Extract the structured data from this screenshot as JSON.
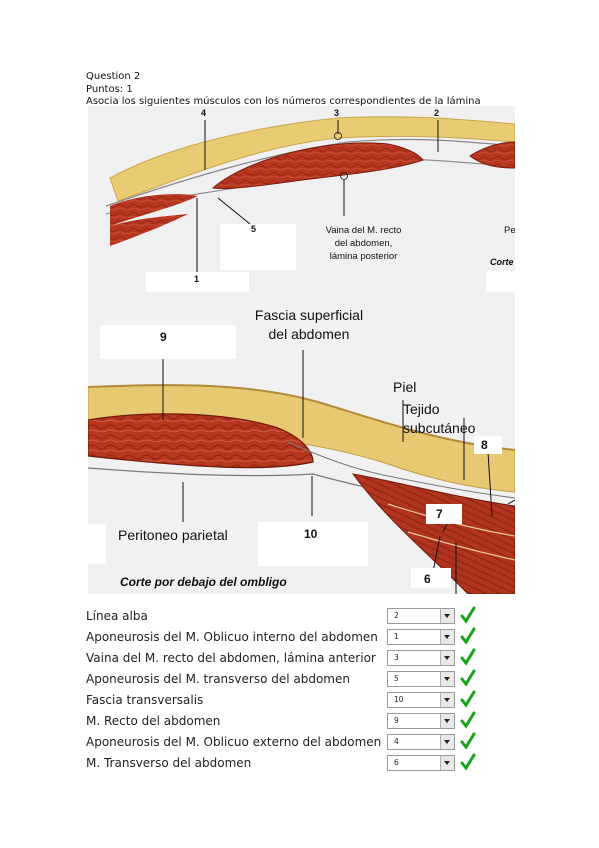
{
  "question": {
    "title": "Question 2",
    "points": "Puntos:  1",
    "instruction": "Asocia los siguientes músculos con los números correspondientes de la lámina"
  },
  "figure": {
    "top_panel": {
      "numbers": [
        "4",
        "3",
        "2",
        "5",
        "1"
      ],
      "label_vaina": [
        "Vaina del M. recto",
        "del abdomen,",
        "lámina posterior"
      ],
      "label_corte": "Corte",
      "label_pe": "Pe"
    },
    "bottom_panel": {
      "fascia": [
        "Fascia superficial",
        "del abdomen"
      ],
      "piel": "Piel",
      "tejido": "Tejido subcutáneo",
      "peritoneo": "Peritoneo parietal",
      "corte": "Corte por debajo del ombligo",
      "numbers": [
        "9",
        "8",
        "7",
        "10",
        "6"
      ]
    }
  },
  "answers": [
    {
      "label": "Línea alba",
      "value": "2",
      "correct": true
    },
    {
      "label": "Aponeurosis del M. Oblicuo interno del abdomen",
      "value": "1",
      "correct": true
    },
    {
      "label": "Vaina del M. recto del abdomen, lámina anterior",
      "value": "3",
      "correct": true
    },
    {
      "label": "Aponeurosis del M. transverso del abdomen",
      "value": "5",
      "correct": true
    },
    {
      "label": "Fascia transversalis",
      "value": "10",
      "correct": true
    },
    {
      "label": "M. Recto del abdomen",
      "value": "9",
      "correct": true
    },
    {
      "label": "Aponeurosis del M. Oblicuo externo del abdomen",
      "value": "4",
      "correct": true
    },
    {
      "label": "M. Transverso del abdomen",
      "value": "6",
      "correct": true
    }
  ],
  "colors": {
    "check": "#1aa31a",
    "muscle": "#b83a22",
    "fat": "#e8c870",
    "background": "#f1f1f1"
  }
}
